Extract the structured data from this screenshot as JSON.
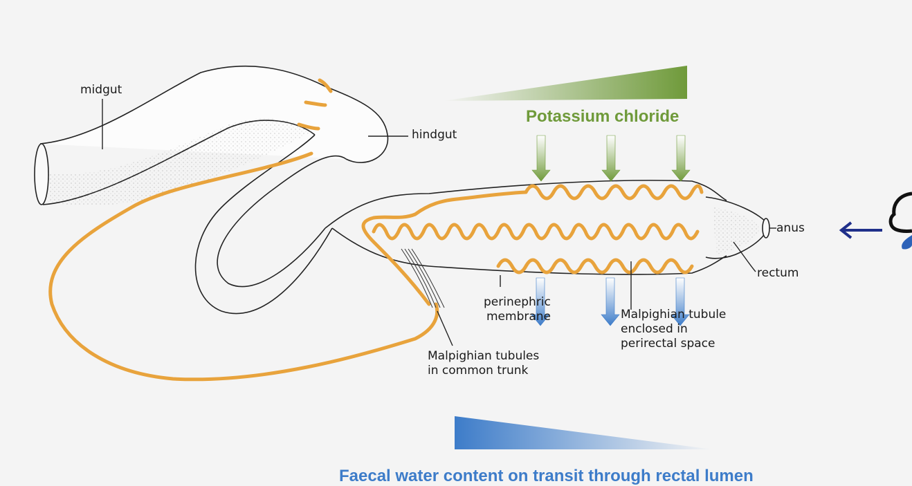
{
  "labels": {
    "midgut": "midgut",
    "hindgut": "hindgut",
    "anus": "anus",
    "rectum": "rectum",
    "perinephric_line1": "perinephric",
    "perinephric_line2": "membrane",
    "malp_enclosed_line1": "Malpighian tubule",
    "malp_enclosed_line2": "enclosed in",
    "malp_enclosed_line3": "perirectal space",
    "malp_trunk_line1": "Malpighian tubules",
    "malp_trunk_line2": "in common trunk"
  },
  "gradients": {
    "kcl_label": "Potassium chloride",
    "water_caption": "Faecal water content on transit through rectal lumen"
  },
  "colors": {
    "tubule": "#e8a33c",
    "kcl_green": "#6f9a3a",
    "water_blue": "#3d7cc9",
    "arrow_navy": "#1f2f8a"
  }
}
